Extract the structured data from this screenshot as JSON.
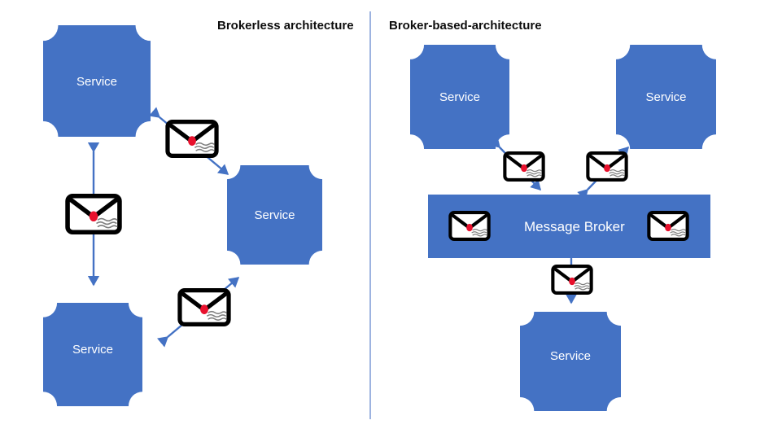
{
  "diagram": {
    "panels": [
      {
        "id": "brokerless",
        "title": "Brokerless architecture",
        "services": [
          {
            "name": "service-top-left",
            "label": "Service"
          },
          {
            "name": "service-middle-right",
            "label": "Service"
          },
          {
            "name": "service-bottom-left",
            "label": "Service"
          }
        ],
        "envelopes": [
          {
            "name": "envelope-vertical",
            "icon": "envelope-icon"
          },
          {
            "name": "envelope-upper-diagonal",
            "icon": "envelope-icon"
          },
          {
            "name": "envelope-lower-diagonal",
            "icon": "envelope-icon"
          }
        ],
        "arrows": [
          {
            "name": "arrow-vertical-bidirectional",
            "icon": "double-arrow-icon"
          },
          {
            "name": "arrow-diagonal-upper-bidirectional",
            "icon": "double-arrow-icon"
          },
          {
            "name": "arrow-diagonal-lower-bidirectional",
            "icon": "double-arrow-icon"
          }
        ]
      },
      {
        "id": "broker-based",
        "title": "Broker-based-architecture",
        "services": [
          {
            "name": "service-top-left",
            "label": "Service"
          },
          {
            "name": "service-top-right",
            "label": "Service"
          },
          {
            "name": "service-bottom",
            "label": "Service"
          }
        ],
        "broker": {
          "name": "message-broker",
          "label": "Message Broker"
        },
        "envelopes": [
          {
            "name": "envelope-left-link",
            "icon": "envelope-icon"
          },
          {
            "name": "envelope-right-link",
            "icon": "envelope-icon"
          },
          {
            "name": "envelope-broker-left",
            "icon": "envelope-icon"
          },
          {
            "name": "envelope-broker-right",
            "icon": "envelope-icon"
          },
          {
            "name": "envelope-bottom-link",
            "icon": "envelope-icon"
          }
        ],
        "arrows": [
          {
            "name": "arrow-left-bidirectional",
            "icon": "double-arrow-icon"
          },
          {
            "name": "arrow-right-bidirectional",
            "icon": "double-arrow-icon"
          },
          {
            "name": "arrow-bottom-bidirectional",
            "icon": "double-arrow-icon"
          }
        ]
      }
    ],
    "divider": {
      "name": "panel-divider",
      "color": "#9DB3E0"
    },
    "colors": {
      "service_fill": "#4472C4",
      "broker_fill": "#4472C4",
      "arrow": "#4472C4",
      "envelope_outline": "#000000",
      "envelope_fill": "#FFFFFF",
      "envelope_dot": "#E8112D",
      "envelope_lines": "#808080",
      "title_text": "#0D0D0D",
      "label_text": "#FFFFFF",
      "background": "#FFFFFF"
    }
  }
}
